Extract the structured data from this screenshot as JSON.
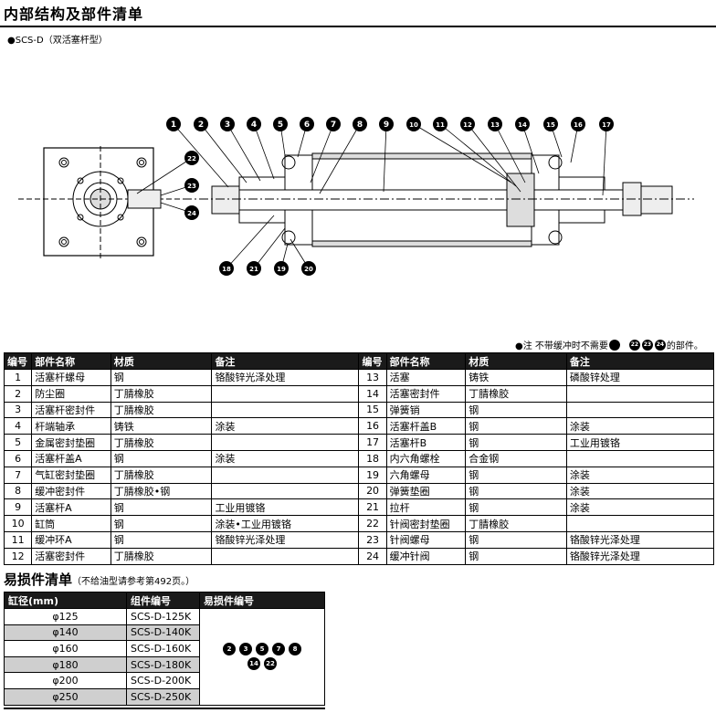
{
  "header": {
    "title": "内部结构及部件清单",
    "subtitle": "●SCS-D（双活塞杆型）"
  },
  "diagram": {
    "callouts_top": [
      "1",
      "2",
      "3",
      "4",
      "5",
      "6",
      "7",
      "8",
      "9",
      "10",
      "11",
      "12",
      "13",
      "14",
      "15",
      "16",
      "17"
    ],
    "callouts_bottom": [
      "18",
      "21",
      "19",
      "20"
    ],
    "callouts_side": [
      "22",
      "23",
      "24"
    ]
  },
  "note": {
    "prefix": "●注 不带缓冲时不需要",
    "items": [
      "22",
      "23",
      "24"
    ],
    "suffix": "的部件。"
  },
  "parts_table": {
    "headers": [
      "编号",
      "部件名称",
      "材质",
      "备注",
      "编号",
      "部件名称",
      "材质",
      "备注"
    ],
    "rows": [
      [
        [
          "1",
          "活塞杆螺母",
          "钢",
          "铬酸锌光泽处理"
        ],
        [
          "13",
          "活塞",
          "铸铁",
          "磷酸锌处理"
        ]
      ],
      [
        [
          "2",
          "防尘圈",
          "丁腈橡胶",
          ""
        ],
        [
          "14",
          "活塞密封件",
          "丁腈橡胶",
          ""
        ]
      ],
      [
        [
          "3",
          "活塞杆密封件",
          "丁腈橡胶",
          ""
        ],
        [
          "15",
          "弹簧销",
          "钢",
          ""
        ]
      ],
      [
        [
          "4",
          "杆端轴承",
          "铸铁",
          "涂装"
        ],
        [
          "16",
          "活塞杆盖B",
          "钢",
          "涂装"
        ]
      ],
      [
        [
          "5",
          "金属密封垫圈",
          "丁腈橡胶",
          ""
        ],
        [
          "17",
          "活塞杆B",
          "钢",
          "工业用镀铬"
        ]
      ],
      [
        [
          "6",
          "活塞杆盖A",
          "钢",
          "涂装"
        ],
        [
          "18",
          "内六角螺栓",
          "合金钢",
          ""
        ]
      ],
      [
        [
          "7",
          "气缸密封垫圈",
          "丁腈橡胶",
          ""
        ],
        [
          "19",
          "六角螺母",
          "钢",
          "涂装"
        ]
      ],
      [
        [
          "8",
          "缓冲密封件",
          "丁腈橡胶•钢",
          ""
        ],
        [
          "20",
          "弹簧垫圈",
          "钢",
          "涂装"
        ]
      ],
      [
        [
          "9",
          "活塞杆A",
          "钢",
          "工业用镀铬"
        ],
        [
          "21",
          "拉杆",
          "钢",
          "涂装"
        ]
      ],
      [
        [
          "10",
          "缸筒",
          "钢",
          "涂装•工业用镀铬"
        ],
        [
          "22",
          "针阀密封垫圈",
          "丁腈橡胶",
          ""
        ]
      ],
      [
        [
          "11",
          "缓冲环A",
          "钢",
          "铬酸锌光泽处理"
        ],
        [
          "23",
          "针阀螺母",
          "钢",
          "铬酸锌光泽处理"
        ]
      ],
      [
        [
          "12",
          "活塞密封件",
          "丁腈橡胶",
          ""
        ],
        [
          "24",
          "缓冲针阀",
          "钢",
          "铬酸锌光泽处理"
        ]
      ]
    ]
  },
  "spares": {
    "title": "易损件清单",
    "note": "（不给油型请参考第492页。）",
    "headers": [
      "缸径(mm)",
      "组件编号",
      "易损件编号"
    ],
    "rows": [
      [
        "φ125",
        "SCS-D-125K"
      ],
      [
        "φ140",
        "SCS-D-140K"
      ],
      [
        "φ160",
        "SCS-D-160K"
      ],
      [
        "φ180",
        "SCS-D-180K"
      ],
      [
        "φ200",
        "SCS-D-200K"
      ],
      [
        "φ250",
        "SCS-D-250K"
      ]
    ],
    "part_numbers_row1": [
      "2",
      "3",
      "5",
      "7",
      "8"
    ],
    "part_numbers_row2": [
      "14",
      "22"
    ]
  }
}
